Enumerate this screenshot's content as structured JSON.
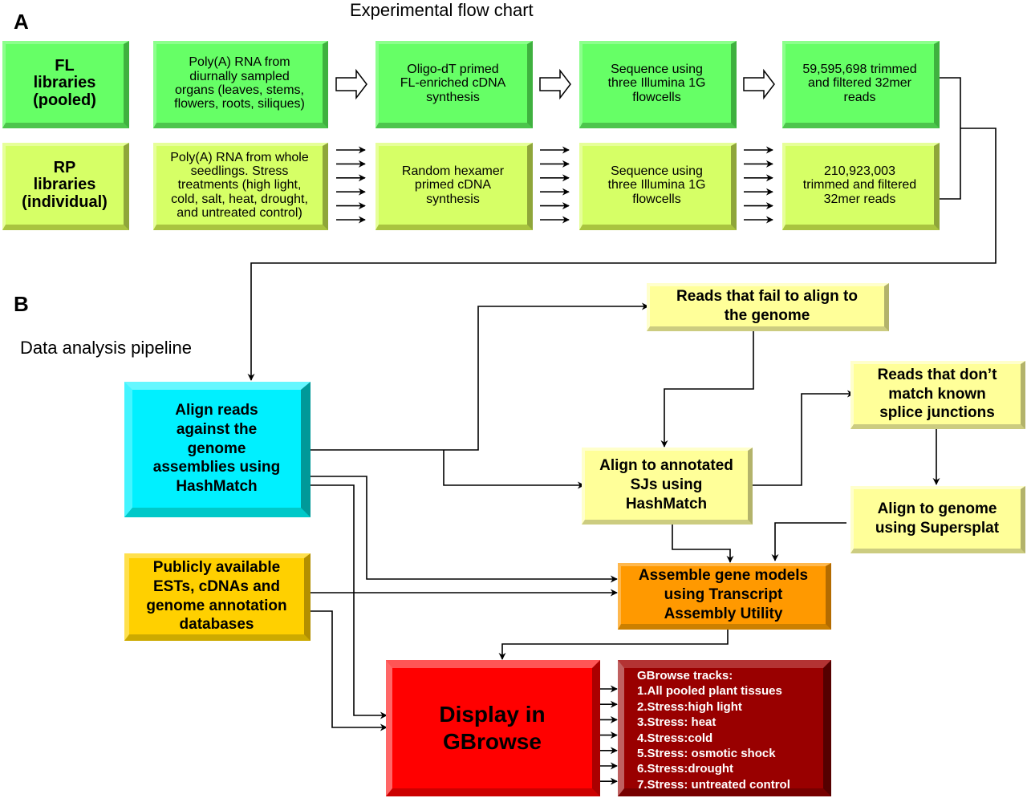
{
  "panel_a": {
    "letter": "A",
    "title": "Experimental flow chart",
    "fl_row": {
      "label": "FL\nlibraries\n(pooled)",
      "steps": [
        "Poly(A) RNA from\ndiurnally sampled\norgans (leaves, stems,\nflowers, roots, siliques)",
        "Oligo-dT primed\nFL-enriched cDNA\nsynthesis",
        "Sequence using\nthree Illumina 1G\nflowcells",
        "59,595,698 trimmed\nand filtered 32mer\nreads"
      ],
      "arrow_style": "hollow-block-arrow"
    },
    "rp_row": {
      "label": "RP\nlibraries\n(individual)",
      "steps": [
        "Poly(A) RNA from whole\nseedlings. Stress\ntreatments  (high light,\ncold, salt, heat, drought,\nand untreated control)",
        "Random hexamer\nprimed cDNA\nsynthesis",
        "Sequence using\nthree Illumina 1G\nflowcells",
        "210,923,003\ntrimmed and filtered\n32mer reads"
      ],
      "arrow_style": "six-parallel-arrows",
      "parallel_arrow_count": 6
    }
  },
  "panel_b": {
    "letter": "B",
    "title": "Data analysis pipeline",
    "nodes": {
      "align_reads": "Align reads\nagainst the\ngenome\nassemblies using\nHashMatch",
      "fail_align": "Reads that fail to align to\nthe genome",
      "align_sjs": "Align to annotated\nSJs using\nHashMatch",
      "no_match_sj": "Reads that don’t\nmatch known\nsplice junctions",
      "supersplat": "Align to genome\nusing Supersplat",
      "public_db": "Publicly available\nESTs, cDNAs and\ngenome annotation\ndatabases",
      "assemble": "Assemble gene models\nusing Transcript\nAssembly Utility",
      "gbrowse": "Display in\nGBrowse"
    },
    "tracks": {
      "heading": "GBrowse tracks:",
      "items": [
        "1.All pooled plant tissues",
        "2.Stress:high light",
        "3.Stress: heat",
        "4.Stress:cold",
        "5.Stress: osmotic shock",
        "6.Stress:drought",
        "7.Stress: untreated control"
      ]
    }
  },
  "colors": {
    "fl_green": "#66ff66",
    "rp_lime": "#d6ff66",
    "align_cyan": "#00f0ff",
    "pale_yellow": "#ffff99",
    "public_gold": "#ffd000",
    "assemble_orange": "#ff9900",
    "display_red": "#ff0000",
    "tracks_maroon": "#990000",
    "connector": "#000000"
  }
}
